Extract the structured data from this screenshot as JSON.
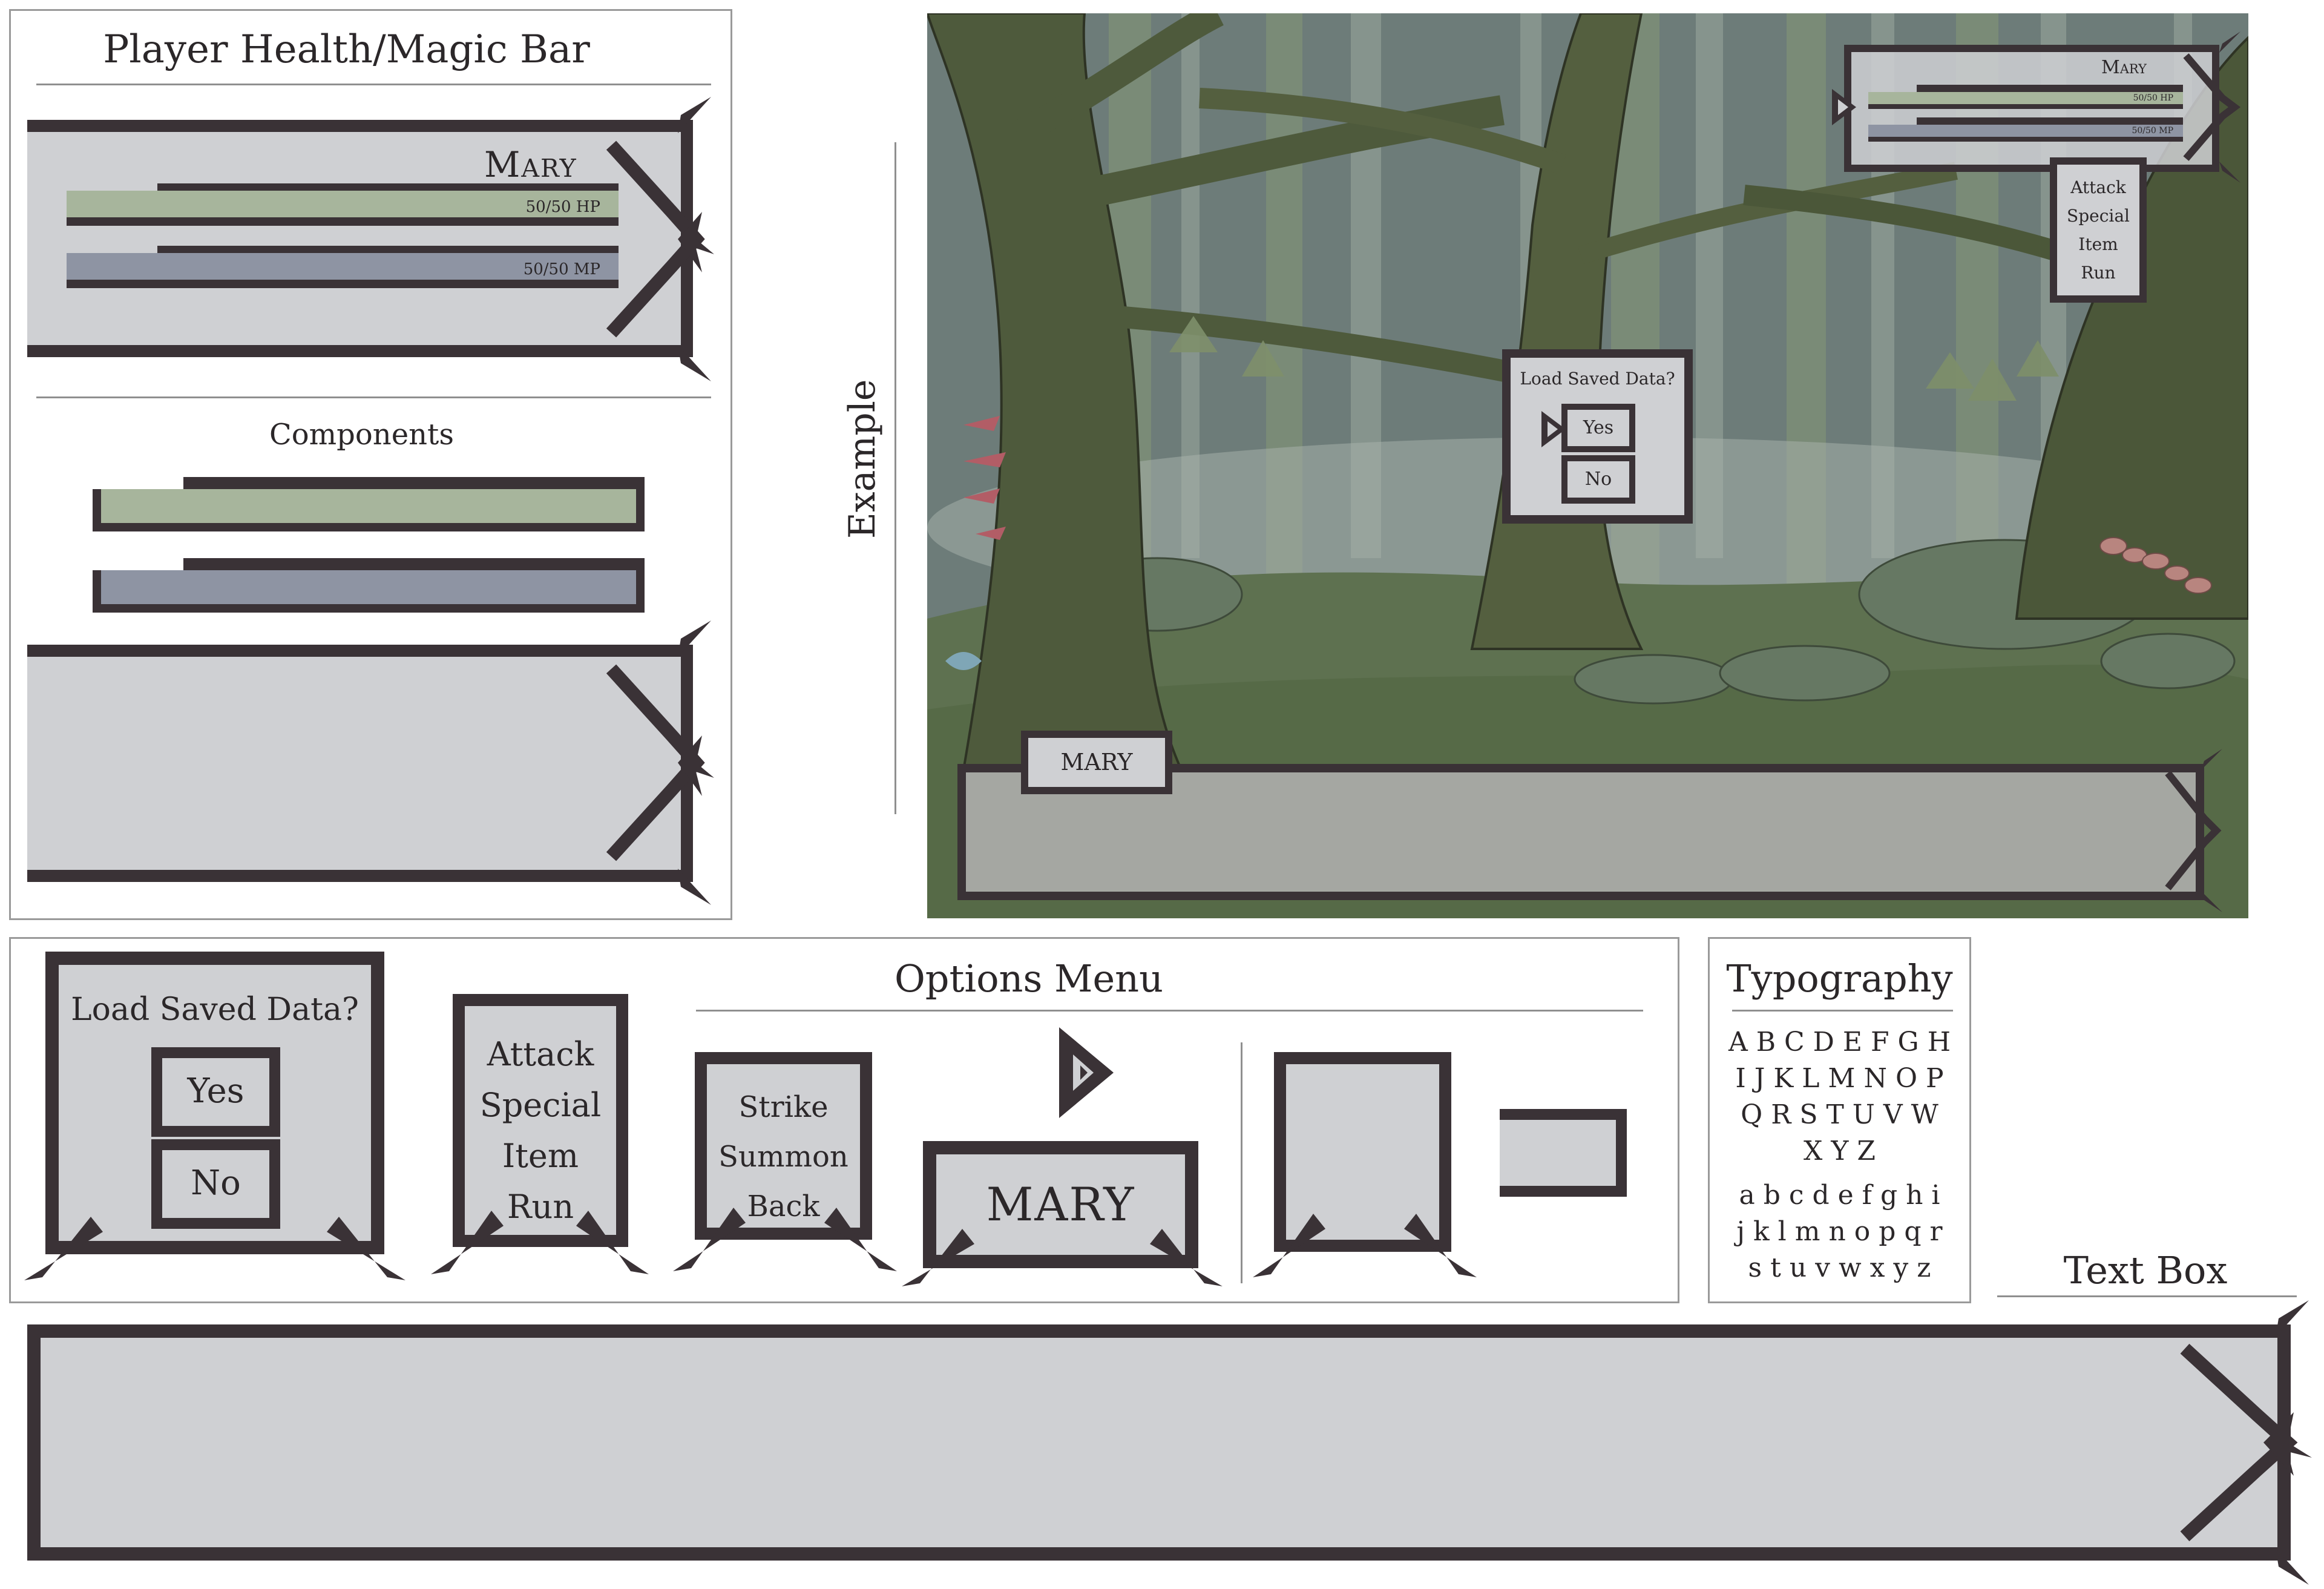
{
  "health_panel": {
    "title": "Player Health/Magic Bar",
    "name": "Mary",
    "hp_text": "50/50 HP",
    "mp_text": "50/50 MP",
    "hp_fraction": 1.0,
    "mp_fraction": 1.0,
    "components_title": "Components"
  },
  "example": {
    "label": "Example",
    "hud_name": "Mary",
    "hud_hp": "50/50 HP",
    "hud_mp": "50/50 MP",
    "battle_menu": [
      "Attack",
      "Special",
      "Item",
      "Run"
    ],
    "load_prompt": "Load Saved Data?",
    "yes": "Yes",
    "no": "No",
    "speaker": "MARY"
  },
  "options_panel": {
    "load_prompt": "Load Saved Data?",
    "yes": "Yes",
    "no": "No",
    "battle_menu": [
      "Attack",
      "Special",
      "Item",
      "Run"
    ],
    "title": "Options Menu",
    "summon_menu": [
      "Strike",
      "Summon",
      "Back"
    ],
    "name_plate": "MARY"
  },
  "typography": {
    "title": "Typography",
    "upper": [
      "A B C D E F G H",
      "I J K L M N O P",
      "Q R S T U V W",
      "X Y Z"
    ],
    "lower": [
      "a b c d e f g h i",
      "j k l m n o p q r",
      "s t u v w x y z"
    ]
  },
  "text_box": {
    "title": "Text Box"
  },
  "colors": {
    "frame": "#3a3236",
    "panel": "#cfd0d3",
    "hp": "#a7b59c",
    "mp": "#8e94a3",
    "forest_sky": "#6d7c79",
    "forest_ground": "#5d6f4f"
  },
  "icons": [
    "selector-arrow-icon",
    "corner-spike-icon",
    "star-burst-icon"
  ]
}
